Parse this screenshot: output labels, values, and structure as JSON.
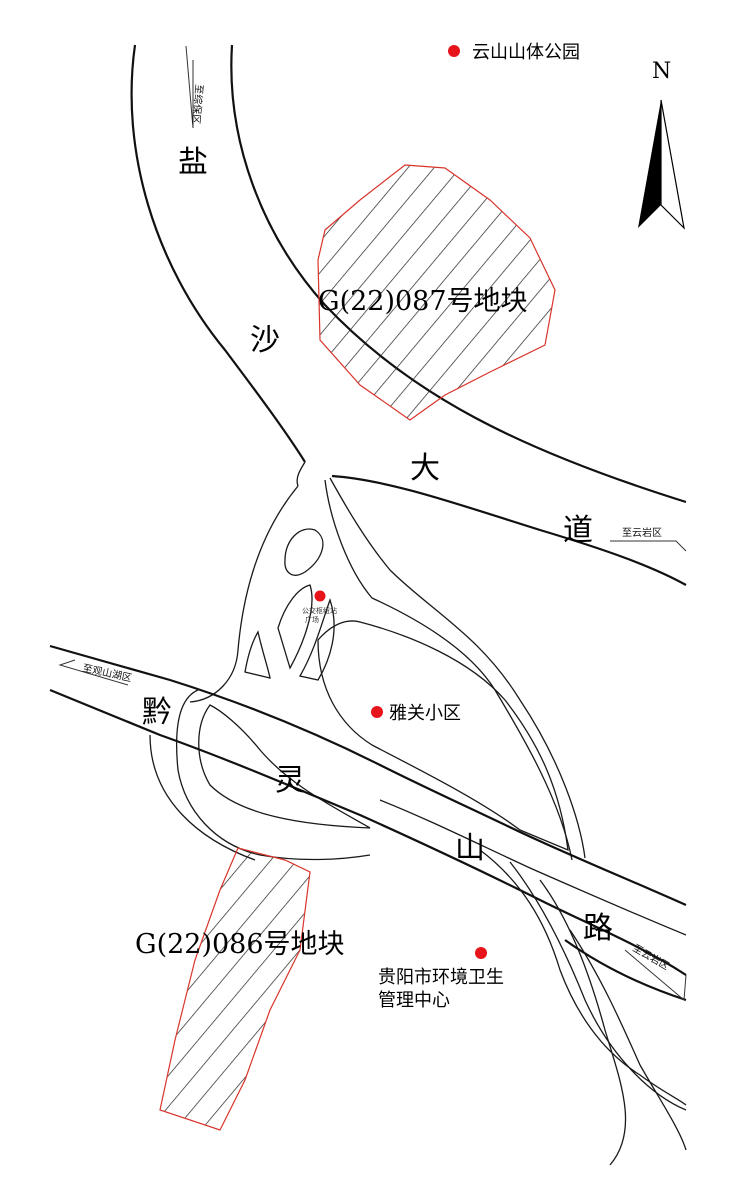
{
  "north_label": "N",
  "colors": {
    "poi": "#e8141b",
    "parcel_outline": "#d9342b",
    "road": "#1a1a1a",
    "hatch": "#222222"
  },
  "road_names": {
    "yansha_1": "盐",
    "yansha_2": "沙",
    "yansha_3": "大",
    "yansha_4": "道",
    "qianling_1": "黔",
    "qianling_2": "灵",
    "qianling_3": "山",
    "qianling_4": "路"
  },
  "directions": {
    "to_zongbao": "至综保区",
    "to_yunyan_top": "至云岩区",
    "to_guanshanhu": "至观山湖区",
    "to_yunyan_bottom": "至云岩区"
  },
  "parcels": {
    "p087": "G(22)087号地块",
    "p086": "G(22)086号地块"
  },
  "pois": {
    "yunshan_park": "云山山体公园",
    "yaguan": "雅关小区",
    "bus_hub_line1": "公交枢纽站",
    "bus_hub_line2": "广场",
    "env_center_line1": "贵阳市环境卫生",
    "env_center_line2": "管理中心"
  }
}
